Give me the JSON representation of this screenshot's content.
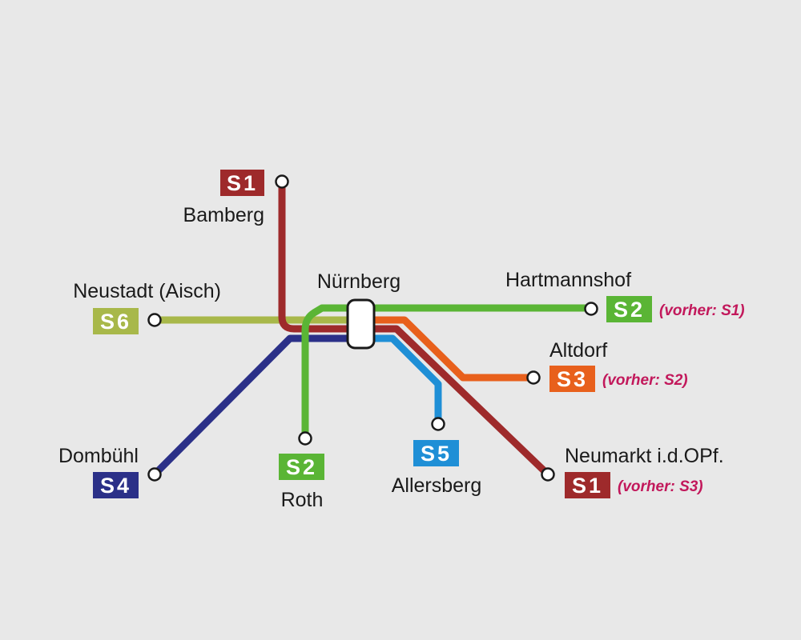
{
  "colors": {
    "background": "#e8e8e8",
    "s1": "#9e2a2b",
    "s2": "#5ab535",
    "s3": "#e8601c",
    "s4": "#2b3088",
    "s5": "#1f8fd6",
    "s6": "#a8b84a",
    "note": "#c2185b"
  },
  "hub": {
    "name": "Nürnberg"
  },
  "termini": {
    "bamberg": {
      "place": "Bamberg",
      "line": "S1"
    },
    "neustadt": {
      "place": "Neustadt (Aisch)",
      "line": "S6"
    },
    "dombuehl": {
      "place": "Dombühl",
      "line": "S4"
    },
    "roth": {
      "place": "Roth",
      "line": "S2"
    },
    "allersberg": {
      "place": "Allersberg",
      "line": "S5"
    },
    "hartmannshof": {
      "place": "Hartmannshof",
      "line": "S2",
      "note": "(vorher: S1)"
    },
    "altdorf": {
      "place": "Altdorf",
      "line": "S3",
      "note": "(vorher: S2)"
    },
    "neumarkt": {
      "place": "Neumarkt i.d.OPf.",
      "line": "S1",
      "note": "(vorher: S3)"
    }
  }
}
